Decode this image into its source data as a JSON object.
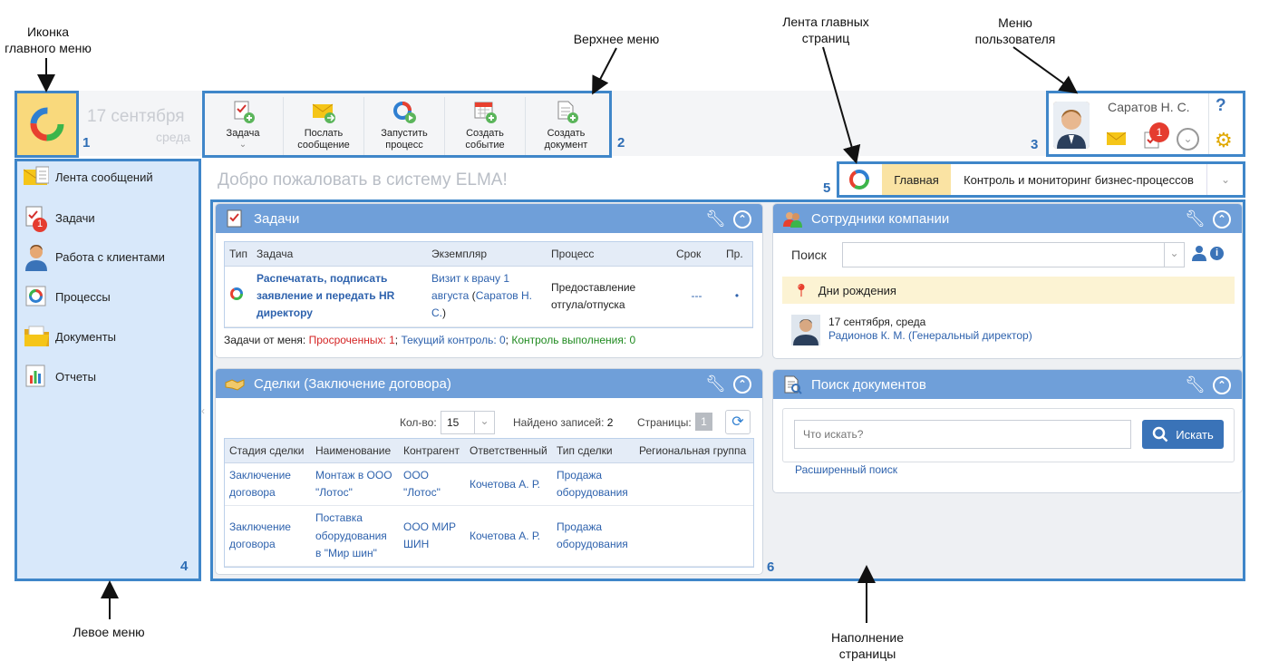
{
  "annotations": {
    "main_menu_icon": "Иконка главного меню",
    "top_menu": "Верхнее меню",
    "pages_ribbon": "Лента главных страниц",
    "user_menu": "Меню пользователя",
    "left_menu": "Левое меню",
    "page_content": "Наполнение страницы",
    "n1": "1",
    "n2": "2",
    "n3": "3",
    "n4": "4",
    "n5": "5",
    "n6": "6"
  },
  "header": {
    "date": "17 сентября",
    "weekday": "среда"
  },
  "top_menu": {
    "task": "Задача",
    "message": [
      "Послать",
      "сообщение"
    ],
    "process": [
      "Запустить",
      "процесс"
    ],
    "event": [
      "Создать",
      "событие"
    ],
    "document": [
      "Создать",
      "документ"
    ]
  },
  "user": {
    "name": "Саратов Н. С.",
    "task_badge": "1",
    "help": "?"
  },
  "left_menu": {
    "feed": "Лента сообщений",
    "tasks": "Задачи",
    "tasks_badge": "1",
    "clients": "Работа с клиентами",
    "processes": "Процессы",
    "documents": "Документы",
    "reports": "Отчеты"
  },
  "welcome": "Добро пожаловать в систему ELMA!",
  "ribbon": {
    "main": "Главная",
    "control": "Контроль и мониторинг бизнес-процессов"
  },
  "tasks_portlet": {
    "title": "Задачи",
    "columns": [
      "Тип",
      "Задача",
      "Экземпляр",
      "Процесс",
      "Срок",
      "Пр."
    ],
    "row": {
      "task": [
        "Распечатать, подписать",
        "заявление и передать HR",
        "директору"
      ],
      "instance_a": "Визит к врачу 1",
      "instance_b": "августа",
      "instance_c": "Саратов Н.",
      "instance_d": "С.",
      "process": [
        "Предоставление",
        "отгула/отпуска"
      ],
      "due": "---",
      "priority": "•"
    },
    "footer_label": "Задачи от меня:",
    "overdue": "Просроченных: 1",
    "current": "Текущий контроль: 0",
    "control": "Контроль выполнения: 0"
  },
  "deals_portlet": {
    "title": "Сделки (Заключение договора)",
    "count_label": "Кол-во:",
    "count_value": "15",
    "found_label": "Найдено записей:",
    "found_value": "2",
    "pages_label": "Страницы:",
    "pages_value": "1",
    "columns": [
      "Стадия сделки",
      "Наименование",
      "Контрагент",
      "Ответственный",
      "Тип сделки",
      "Региональная группа"
    ],
    "rows": [
      {
        "stage": [
          "Заключение",
          "договора"
        ],
        "name": [
          "Монтаж в ООО",
          "\"Лотос\""
        ],
        "partner": [
          "ООО",
          "\"Лотос\""
        ],
        "owner": "Кочетова А. Р.",
        "type": [
          "Продажа",
          "оборудования"
        ]
      },
      {
        "stage": [
          "Заключение",
          "договора"
        ],
        "name": [
          "Поставка",
          "оборудования",
          "в \"Мир шин\""
        ],
        "partner": [
          "ООО МИР",
          "ШИН"
        ],
        "owner": "Кочетова А. Р.",
        "type": [
          "Продажа",
          "оборудования"
        ]
      }
    ]
  },
  "employees_portlet": {
    "title": "Сотрудники компании",
    "search_label": "Поиск",
    "birthdays": "Дни рождения",
    "bday_date": "17 сентября, среда",
    "bday_person": "Радионов К. М. (Генеральный директор)"
  },
  "docsearch_portlet": {
    "title": "Поиск документов",
    "placeholder": "Что искать?",
    "button": "Искать",
    "advanced": "Расширенный поиск"
  },
  "colors": {
    "frame": "#3f86c9",
    "portlet_header": "#6f9fd9",
    "left_menu_bg": "#d8e8fa",
    "highlight": "#fae3a3"
  }
}
